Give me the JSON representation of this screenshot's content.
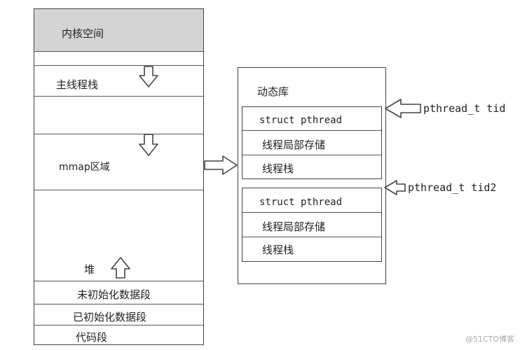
{
  "memory_layout": {
    "kernel_space": "内核空间",
    "main_thread_stack": "主线程栈",
    "mmap_region": "mmap区域",
    "heap": "堆",
    "bss": "未初始化数据段",
    "data": "已初始化数据段",
    "text": "代码段"
  },
  "dynamic_lib": {
    "title": "动态库",
    "blocks": [
      {
        "struct": "struct pthread",
        "tls": "线程局部存储",
        "stack": "线程栈"
      },
      {
        "struct": "struct pthread",
        "tls": "线程局部存储",
        "stack": "线程栈"
      }
    ]
  },
  "pointers": {
    "tid1": "pthread_t tid",
    "tid2": "pthread_t tid2"
  },
  "watermark": "@51CTO博客",
  "colors": {
    "kernel_fill": "#d4d4d4",
    "stroke": "#444444"
  }
}
